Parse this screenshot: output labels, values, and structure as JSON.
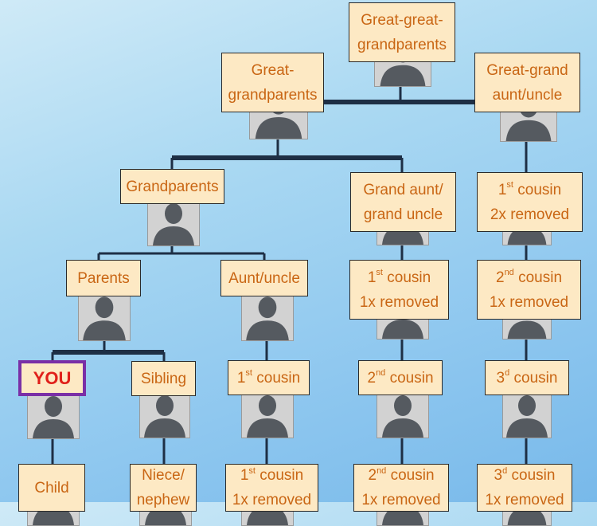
{
  "nodes": [
    {
      "id": "great-great-grandparents",
      "lines": [
        "Great-great-",
        "grandparents"
      ]
    },
    {
      "id": "great-grandparents",
      "lines": [
        "Great-",
        "grandparents"
      ]
    },
    {
      "id": "great-grand-aunt-uncle",
      "lines": [
        "Great-grand",
        "aunt/uncle"
      ]
    },
    {
      "id": "grandparents",
      "lines": [
        "Grandparents"
      ]
    },
    {
      "id": "grand-aunt-uncle",
      "lines": [
        "Grand aunt/",
        "grand uncle"
      ]
    },
    {
      "id": "first-cousin-2x-removed",
      "lines": [
        [
          "1",
          "st",
          " cousin"
        ],
        "2x removed"
      ]
    },
    {
      "id": "parents",
      "lines": [
        "Parents"
      ]
    },
    {
      "id": "aunt-uncle",
      "lines": [
        "Aunt/uncle"
      ]
    },
    {
      "id": "first-cousin-1x-removed",
      "lines": [
        [
          "1",
          "st",
          " cousin"
        ],
        "1x removed"
      ]
    },
    {
      "id": "second-cousin-1x-removed",
      "lines": [
        [
          "2",
          "nd",
          " cousin"
        ],
        "1x removed"
      ]
    },
    {
      "id": "you",
      "lines": [
        "YOU"
      ]
    },
    {
      "id": "sibling",
      "lines": [
        "Sibling"
      ]
    },
    {
      "id": "first-cousin",
      "lines": [
        [
          "1",
          "st",
          " cousin"
        ]
      ]
    },
    {
      "id": "second-cousin",
      "lines": [
        [
          "2",
          "nd",
          " cousin"
        ]
      ]
    },
    {
      "id": "third-cousin",
      "lines": [
        [
          "3",
          "d",
          " cousin"
        ]
      ]
    },
    {
      "id": "child",
      "lines": [
        "Child"
      ]
    },
    {
      "id": "niece-nephew",
      "lines": [
        "Niece/",
        "nephew"
      ]
    },
    {
      "id": "first-cousin-1x-removed-bottom",
      "lines": [
        [
          "1",
          "st",
          " cousin"
        ],
        "1x removed"
      ]
    },
    {
      "id": "second-cousin-1x-removed-bottom",
      "lines": [
        [
          "2",
          "nd",
          " cousin"
        ],
        "1x removed"
      ]
    },
    {
      "id": "third-cousin-1x-removed-bottom",
      "lines": [
        [
          "3",
          "d",
          " cousin"
        ],
        "1x removed"
      ]
    }
  ],
  "colors": {
    "label_bg": "#fde9c4",
    "label_text": "#c96614",
    "you_border": "#7a2fa6",
    "you_text": "#e0201a",
    "line": "#1e2f45"
  }
}
